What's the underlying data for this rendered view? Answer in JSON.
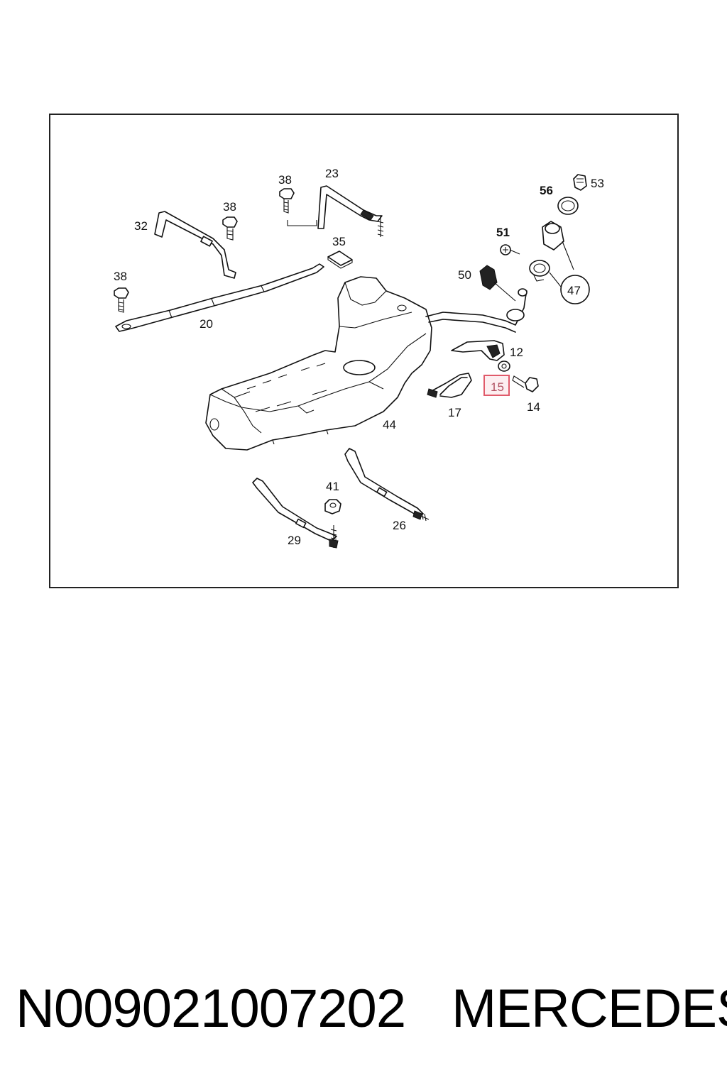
{
  "diagram": {
    "callouts": {
      "c53": "53",
      "c56": "56",
      "c51": "51",
      "c47": "47",
      "c50": "50",
      "c38a": "38",
      "c23": "23",
      "c38b": "38",
      "c32": "32",
      "c35": "35",
      "c38c": "38",
      "c20": "20",
      "c12": "12",
      "c15": "15",
      "c14": "14",
      "c17": "17",
      "c44": "44",
      "c41": "41",
      "c26": "26",
      "c29": "29"
    },
    "highlighted_callout": "15",
    "highlight_color": "#e05a6a"
  },
  "footer": {
    "part_number": "N009021007202",
    "brand": "MERCEDES"
  }
}
